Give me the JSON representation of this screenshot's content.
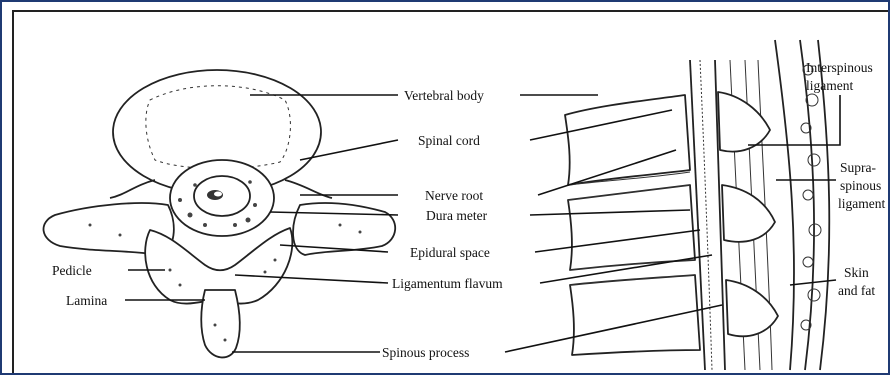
{
  "labels": {
    "vertebral_body": "Vertebral body",
    "spinal_cord": "Spinal cord",
    "nerve_root": "Nerve root",
    "dura_meter": "Dura meter",
    "epidural_space": "Epidural space",
    "ligamentum_flavum": "Ligamentum flavum",
    "spinous_process": "Spinous process",
    "pedicle": "Pedicle",
    "lamina": "Lamina",
    "interspinous_1": "Interspinous",
    "interspinous_2": "ligament",
    "supra_1": "Supra-",
    "supra_2": "spinous",
    "supra_3": "ligament",
    "skin_1": "Skin",
    "skin_2": "and fat"
  }
}
